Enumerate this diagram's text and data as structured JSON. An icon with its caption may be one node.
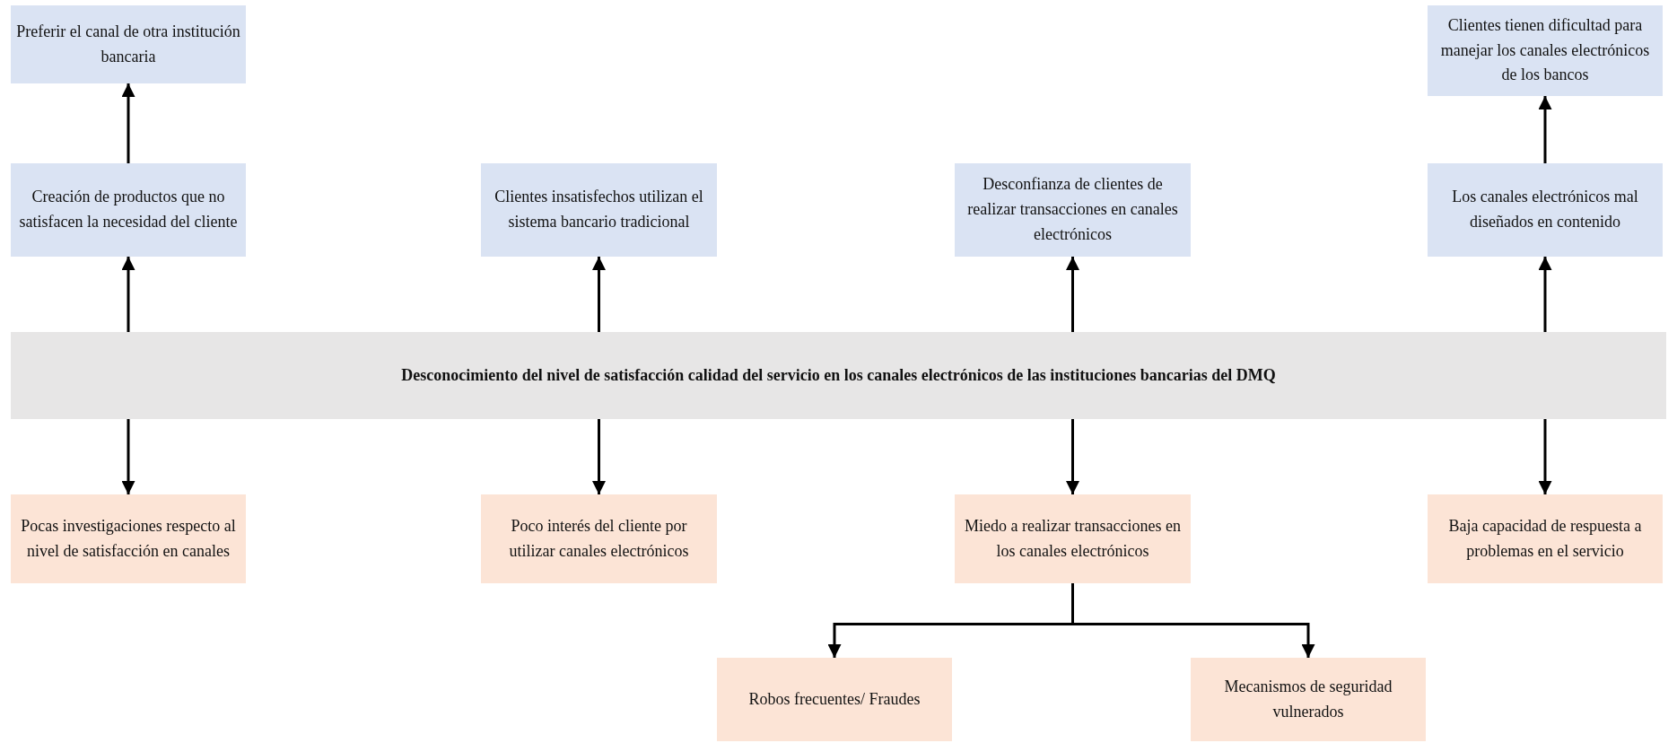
{
  "diagram": {
    "nodes": [
      {
        "text": [
          "Preferir el canal de otra institución bancaria"
        ]
      },
      {
        "text": [
          "Clientes tienen dificultad para manejar los canales electrónicos de los bancos"
        ]
      },
      {
        "text": [
          "Creación de productos que no satisfacen la necesidad del cliente"
        ]
      },
      {
        "text": [
          "Clientes insatisfechos utilizan el sistema bancario tradicional"
        ]
      },
      {
        "text": [
          "Desconfianza de clientes de realizar transacciones en canales electrónicos"
        ]
      },
      {
        "text": [
          "Los canales electrónicos mal diseñados en contenido"
        ]
      },
      {
        "text": [
          "Desconocimiento del nivel de satisfacción calidad del servicio en los canales electrónicos de las instituciones bancarias del DMQ"
        ]
      },
      {
        "text": [
          "Pocas investigaciones respecto al nivel de satisfacción en canales"
        ]
      },
      {
        "text": [
          "Poco interés del cliente por utilizar canales electrónicos"
        ]
      },
      {
        "text": [
          "Miedo a realizar transacciones en los canales electrónicos"
        ]
      },
      {
        "text": [
          "Baja capacidad de respuesta a problemas en el servicio"
        ]
      },
      {
        "text": [
          "Robos frecuentes/ Fraudes"
        ]
      },
      {
        "text": [
          "Mecanismos de seguridad vulnerados"
        ]
      }
    ],
    "edges": [
      {
        "from": 6,
        "to": 2,
        "arrow": "to"
      },
      {
        "from": 6,
        "to": 3,
        "arrow": "to"
      },
      {
        "from": 6,
        "to": 4,
        "arrow": "to"
      },
      {
        "from": 6,
        "to": 5,
        "arrow": "to"
      },
      {
        "from": 2,
        "to": 0,
        "arrow": "to"
      },
      {
        "from": 5,
        "to": 1,
        "arrow": "to"
      },
      {
        "from": 6,
        "to": 7,
        "arrow": "to"
      },
      {
        "from": 6,
        "to": 8,
        "arrow": "to"
      },
      {
        "from": 6,
        "to": 9,
        "arrow": "to"
      },
      {
        "from": 6,
        "to": 10,
        "arrow": "to"
      },
      {
        "from": 9,
        "to": 11,
        "arrow": "to"
      },
      {
        "from": 9,
        "to": 12,
        "arrow": "to"
      }
    ]
  }
}
